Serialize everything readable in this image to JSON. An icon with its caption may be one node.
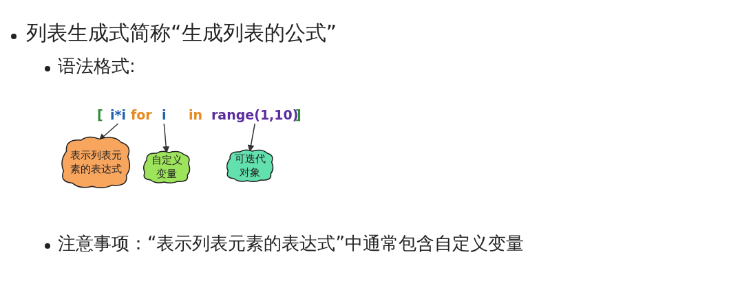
{
  "diagram": {
    "nodes": [
      {
        "text": [
          "i*i"
        ]
      },
      {
        "text": [
          "i"
        ]
      },
      {
        "text": [
          "range(1,10)"
        ]
      },
      {
        "text": [
          "表示列表元素的表达式"
        ]
      },
      {
        "text": [
          "自定义变量"
        ]
      },
      {
        "text": [
          "可迭代对象"
        ]
      }
    ],
    "edges": [
      {
        "from": 0,
        "to": 3,
        "arrow": "to"
      },
      {
        "from": 1,
        "to": 4,
        "arrow": "to"
      },
      {
        "from": 2,
        "to": 5,
        "arrow": "to"
      }
    ],
    "labels": [
      "列表生成式简称“生成列表的公式”",
      "语法格式:",
      "[",
      "for",
      "in",
      "]",
      "注意事项：“表示列表元素的表达式”中通常包含自定义变量"
    ]
  }
}
